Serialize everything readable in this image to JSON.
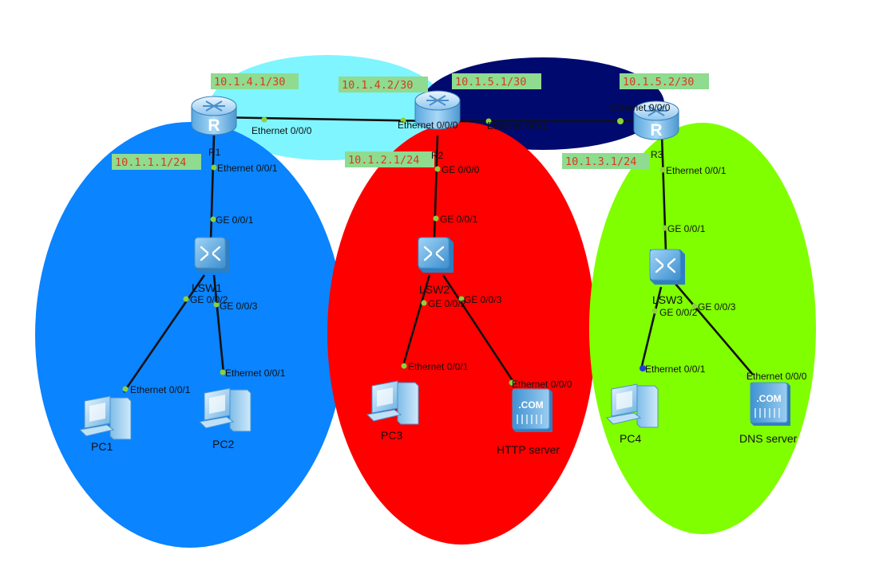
{
  "networks": {
    "lan1": {
      "color": "#0a84ff"
    },
    "lan2": {
      "color": "#ff0000"
    },
    "lan3": {
      "color": "#80ff00"
    },
    "wan_r1_r2": {
      "color": "#7ff5ff"
    },
    "wan_r2_r3": {
      "color": "#000a6e"
    }
  },
  "devices": {
    "r1": "R1",
    "r2": "R2",
    "r3": "R3",
    "lsw1": "LSW1",
    "lsw2": "LSW2",
    "lsw3": "LSW3",
    "pc1": "PC1",
    "pc2": "PC2",
    "pc3": "PC3",
    "pc4": "PC4",
    "http": "HTTP server",
    "dns": "DNS server"
  },
  "ip_labels": {
    "r1_wan": "10.1.4.1/30",
    "r2_wan1": "10.1.4.2/30",
    "r2_wan2": "10.1.5.1/30",
    "r3_wan": "10.1.5.2/30",
    "r1_lan": "10.1.1.1/24",
    "r2_lan": "10.1.2.1/24",
    "r3_lan": "10.1.3.1/24"
  },
  "ports": {
    "r1_e000": "Ethernet 0/0/0",
    "r1_e001": "Ethernet 0/0/1",
    "r2_e000": "Ethernet 0/0/0",
    "r2_e001": "Ethernet 0/0/1",
    "r2_ge000": "GE 0/0/0",
    "r3_e000": "Ethernet 0/0/0",
    "r3_e001": "Ethernet 0/0/1",
    "lsw1_ge001": "GE 0/0/1",
    "lsw1_ge002": "GE 0/0/2",
    "lsw1_ge003": "GE 0/0/3",
    "lsw2_ge001": "GE 0/0/1",
    "lsw2_ge002": "GE 0/0/2",
    "lsw2_ge003": "GE 0/0/3",
    "lsw3_ge001": "GE 0/0/1",
    "lsw3_ge002": "GE 0/0/2",
    "lsw3_ge003": "GE 0/0/3",
    "pc1_e001": "Ethernet 0/0/1",
    "pc2_e001": "Ethernet 0/0/1",
    "pc3_e001": "Ethernet 0/0/1",
    "pc4_e001": "Ethernet 0/0/1",
    "http_e000": "Ethernet 0/0/0",
    "dns_e000": "Ethernet 0/0/0"
  },
  "server_logo": ".COM",
  "router_glyph": "R"
}
